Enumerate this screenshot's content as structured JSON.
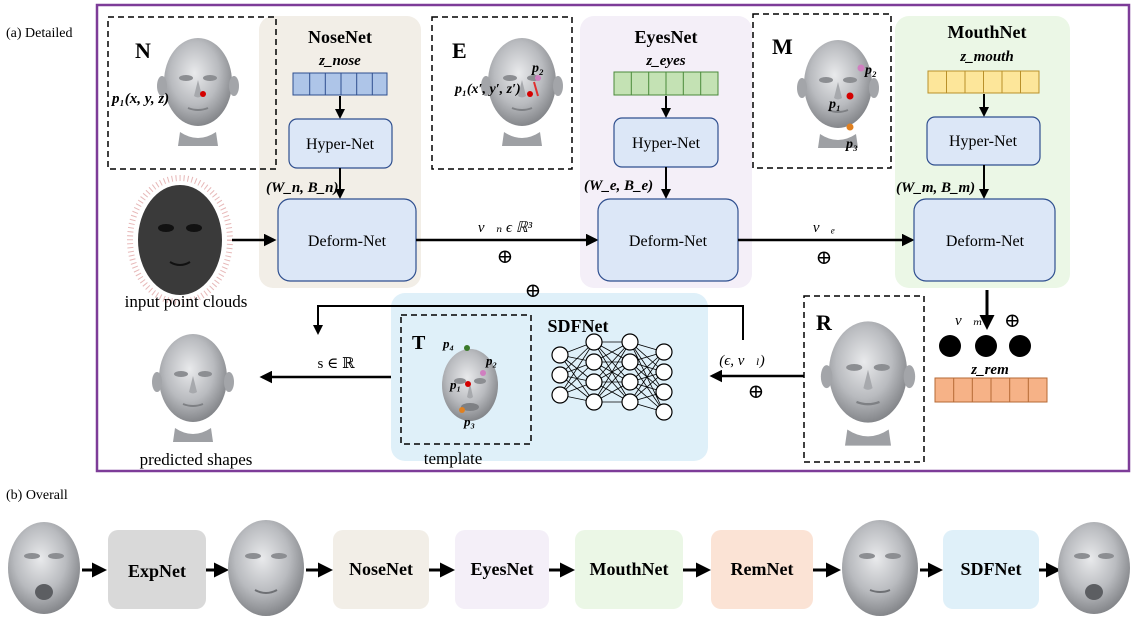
{
  "panel_a": {
    "title": "(a) Detailed",
    "nose": {
      "net": "NoseNet",
      "latent": "z_nose",
      "hyper": "Hyper-Net",
      "params": "(W_n, B_n)",
      "deform": "Deform-Net",
      "marker_letter": "N",
      "point_label": "p₁(x, y, z)"
    },
    "eyes": {
      "net": "EyesNet",
      "latent": "z_eyes",
      "hyper": "Hyper-Net",
      "params": "(W_e, B_e)",
      "deform": "Deform-Net",
      "marker_letter": "E",
      "point_label_1": "p₁(x′, y′, z′)",
      "point_label_2": "p₂"
    },
    "mouth": {
      "net": "MouthNet",
      "latent": "z_mouth",
      "hyper": "Hyper-Net",
      "params": "(W_m, B_m)",
      "deform": "Deform-Net",
      "marker_letter": "M",
      "points": [
        "p₂",
        "p₁",
        "p₃"
      ]
    },
    "input_label": "input point clouds",
    "vn_label": "v⃗ₙ ϵ ℝ³",
    "ve_label": "v⃗ₑ",
    "oplus": "⊕",
    "sdf": {
      "net": "SDFNet",
      "template_letter": "T",
      "template_caption": "template",
      "points": [
        "p₄",
        "p₂",
        "p₁",
        "p₃"
      ]
    },
    "rem": {
      "marker_letter": "R",
      "vm_label": "v⃗ₘ",
      "latent": "z_rem",
      "input_label": "(ϵ, v⃗ₗ)"
    },
    "s_label": "s ∈ ℝ",
    "output_label": "predicted shapes"
  },
  "panel_b": {
    "title": "(b) Overall",
    "stages": [
      "ExpNet",
      "NoseNet",
      "EyesNet",
      "MouthNet",
      "RemNet",
      "SDFNet"
    ]
  },
  "colors": {
    "frame": "#7d3c98",
    "nose_bg": "#f2eee7",
    "eyes_bg": "#f4eff8",
    "mouth_bg": "#ebf7e6",
    "sdf_bg": "#dff0f9",
    "box_fill": "#dce7f7",
    "box_stroke": "#2f4f8f",
    "latent_nose": "#aec5e8",
    "latent_eyes": "#c4e2b4",
    "latent_mouth": "#fde69a",
    "latent_rem": "#f6b287",
    "expnet_bg": "#d9d9d9",
    "remnet_bg": "#fbe3d5"
  }
}
